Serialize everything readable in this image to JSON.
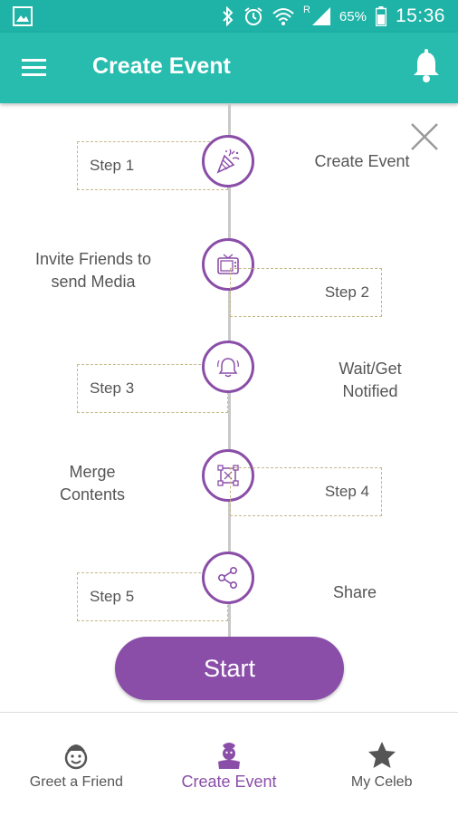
{
  "status_bar": {
    "battery_percent": "65%",
    "time": "15:36",
    "signal_label": "R"
  },
  "app_bar": {
    "title": "Create Event"
  },
  "steps": [
    {
      "label": "Step 1",
      "description": "Create Event",
      "icon": "party-popper-icon"
    },
    {
      "label": "Step 2",
      "description": "Invite Friends to\nsend Media",
      "icon": "tv-icon"
    },
    {
      "label": "Step 3",
      "description": "Wait/Get\nNotified",
      "icon": "notification-icon"
    },
    {
      "label": "Step 4",
      "description": "Merge\nContents",
      "icon": "merge-icon"
    },
    {
      "label": "Step 5",
      "description": "Share",
      "icon": "share-icon"
    }
  ],
  "start_button": {
    "label": "Start"
  },
  "bottom_nav": {
    "items": [
      {
        "label": "Greet a Friend",
        "icon": "smiley-icon",
        "active": false
      },
      {
        "label": "Create Event",
        "icon": "baby-icon",
        "active": true
      },
      {
        "label": "My Celeb",
        "icon": "star-icon",
        "active": false
      }
    ]
  },
  "colors": {
    "status_bar": "#1eb3a6",
    "app_bar": "#27bcae",
    "accent_purple": "#8a4ea8",
    "timeline": "#c9c9c9",
    "dashed_box": "#c9b58a"
  }
}
